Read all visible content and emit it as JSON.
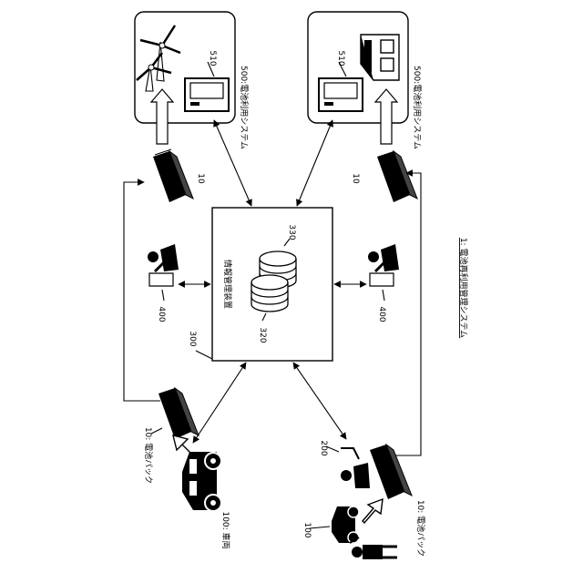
{
  "system_label": "1: 電池再利用管理システム",
  "info_device": {
    "label": "情報管理装置",
    "ref": "300",
    "db_a": "330",
    "db_b": "320"
  },
  "usage_systems": [
    {
      "label": "500:電池利用システム",
      "device_ref": "510"
    },
    {
      "label": "500:電池利用システム",
      "device_ref": "510"
    }
  ],
  "converted_packs": [
    {
      "ref": "10"
    },
    {
      "ref": "10"
    }
  ],
  "workers": [
    {
      "ref": "400"
    },
    {
      "ref": "400"
    }
  ],
  "battery_pack_left": "10: 電池パック",
  "battery_pack_right": "10: 電池パック",
  "vehicle": "100: 車両",
  "dealer_ref": "200",
  "vehicle_owner_ref": "100"
}
